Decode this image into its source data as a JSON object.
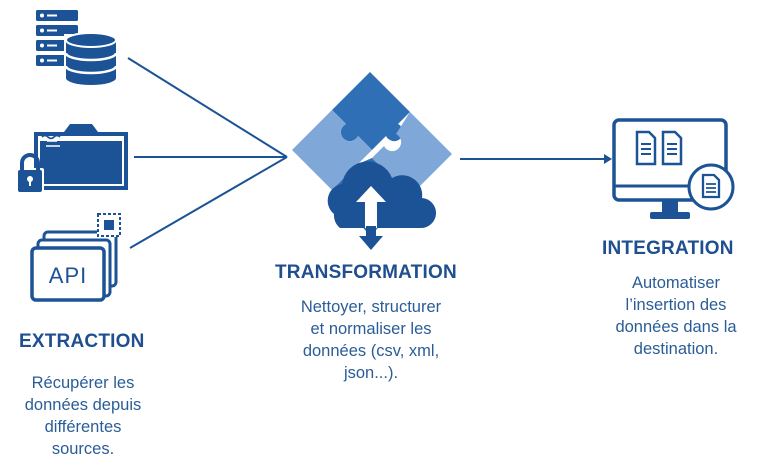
{
  "colors": {
    "dark_blue": "#1b5396",
    "mid_blue": "#2f6fb5",
    "light_blue": "#7fa8d8",
    "title_blue": "#1f4f8f",
    "text_blue": "#2a5d97"
  },
  "icons": {
    "server": "database-server-icon",
    "folder": "locked-folder-icon",
    "api": "api-icon",
    "puzzle": "puzzle-icon",
    "cloud": "cloud-upload-download-icon",
    "monitor": "monitor-documents-icon"
  },
  "api_icon_label": "API",
  "extraction": {
    "title": "EXTRACTION",
    "lines": [
      "Récupérer les",
      "données depuis",
      "différentes",
      "sources."
    ]
  },
  "transformation": {
    "title": "TRANSFORMATION",
    "lines": [
      "Nettoyer, structurer",
      "et normaliser les",
      "données (csv, xml,",
      "json...)."
    ]
  },
  "integration": {
    "title": "INTEGRATION",
    "lines": [
      "Automatiser",
      "l’insertion des",
      "données dans la",
      "destination."
    ]
  }
}
